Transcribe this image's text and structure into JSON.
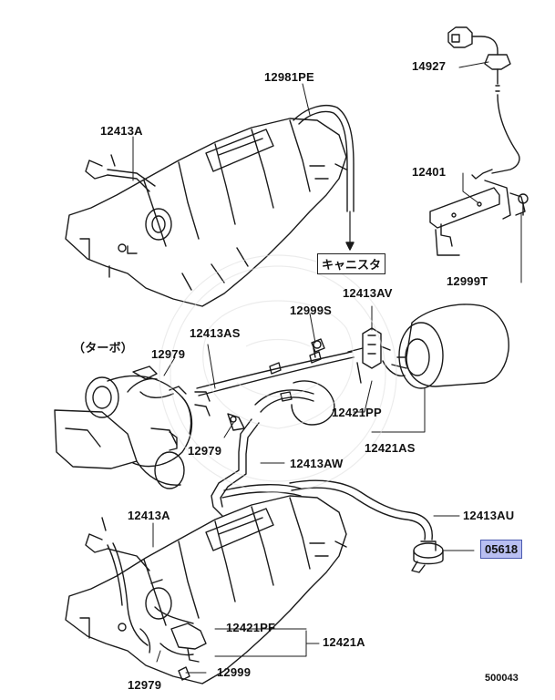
{
  "diagram": {
    "labels": {
      "p12981PE": "12981PE",
      "p12413A_top": "12413A",
      "p14927": "14927",
      "p12401": "12401",
      "p12999T": "12999T",
      "canister": "キャニスタ",
      "p12999S": "12999S",
      "p12413AV": "12413AV",
      "turbo": "（ターボ）",
      "p12413AS": "12413AS",
      "p12979_a": "12979",
      "p12421PP": "12421PP",
      "p12979_b": "12979",
      "p12421AS": "12421AS",
      "p12413AW": "12413AW",
      "p12413A_bottom": "12413A",
      "p12413AU": "12413AU",
      "p05618": "05618",
      "p12421PF": "12421PF",
      "p12421A": "12421A",
      "p12999": "12999",
      "p12979_c": "12979",
      "diagram_number": "500043"
    },
    "colors": {
      "line": "#1a1a1a",
      "highlight_fill": "#b9bff2",
      "highlight_border": "#4a5ab0"
    }
  }
}
